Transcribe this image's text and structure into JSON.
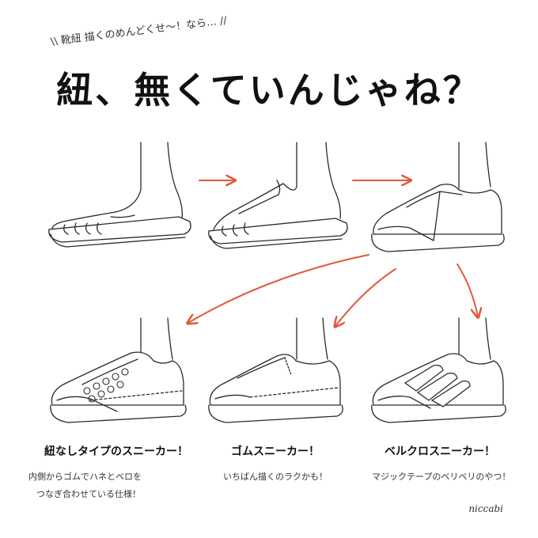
{
  "header": {
    "subtitle": "\\\\ 靴紐 描くのめんどくせ〜！なら… //",
    "title": "紐、無くていんじゃね？"
  },
  "captions": [
    {
      "name": "紐なしタイプのスニーカー！",
      "lines": [
        "内側からゴムでハネとベロを",
        "つなぎ合わせている仕様！"
      ]
    },
    {
      "name": "ゴムスニーカー！",
      "lines": [
        "いちばん描くのラクかも！"
      ]
    },
    {
      "name": "ベルクロスニーカー！",
      "lines": [
        "マジックテープのベリベリのやつ！"
      ]
    }
  ],
  "signature": "niccabi",
  "colors": {
    "arrow": "#e0583e",
    "ink": "#2a2a2a",
    "background": "#ffffff"
  },
  "illustrations": [
    "bare-foot",
    "slip-on-outline",
    "shoe-base",
    "laceless-sneaker",
    "elastic-sneaker",
    "velcro-sneaker"
  ]
}
